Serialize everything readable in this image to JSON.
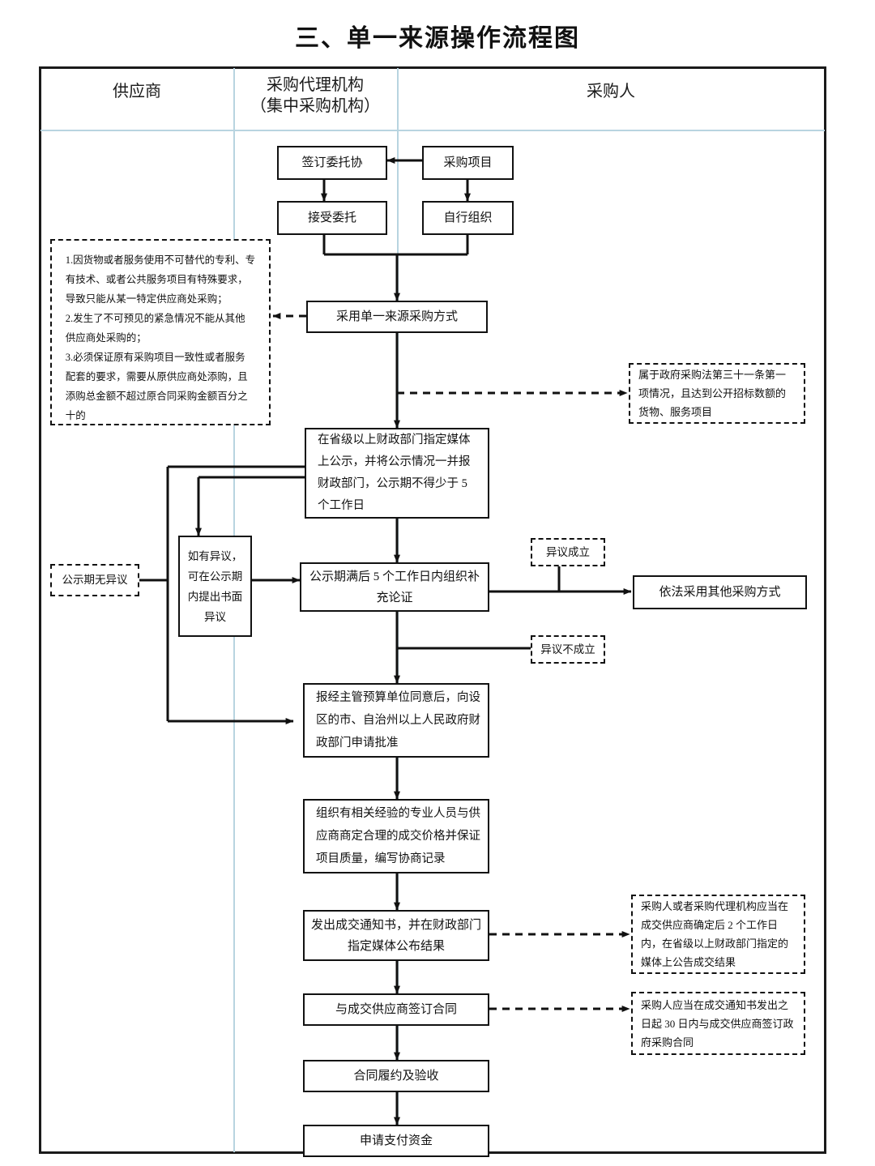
{
  "title": "三、单一来源操作流程图",
  "lanes": [
    {
      "id": "supplier",
      "label": "供应商"
    },
    {
      "id": "agency",
      "label": "采购代理机构\n（集中采购机构）"
    },
    {
      "id": "agency_l1",
      "label": "采购代理机构"
    },
    {
      "id": "agency_l2",
      "label": "（集中采购机构）"
    },
    {
      "id": "purchaser",
      "label": "采购人"
    }
  ],
  "nodes": {
    "sign_entrust": "签订委托协",
    "purchase_project": "采购项目",
    "accept_entrust": "接受委托",
    "self_organize": "自行组织",
    "single_source": "采用单一来源采购方式",
    "publicize": "在省级以上财政部门指定媒体上公示，并将公示情况一并报财政部门，公示期不得少于 5 个工作日",
    "objection_box": "如有异议，可在公示期内提出书面异议",
    "supplement": "公示期满后 5 个工作日内组织补充论证",
    "other_method": "依法采用其他采购方式",
    "approval": "报经主管预算单位同意后，向设区的市、自治州以上人民政府财政部门申请批准",
    "negotiate": "组织有相关经验的专业人员与供应商商定合理的成交价格并保证项目质量，编写协商记录",
    "notice": "发出成交通知书，并在财政部门指定媒体公布结果",
    "sign_contract": "与成交供应商签订合同",
    "perform": "合同履约及验收",
    "payment": "申请支付资金"
  },
  "notes": {
    "conditions": "1.因货物或者服务使用不可替代的专利、专有技术、或者公共服务项目有特殊要求，导致只能从某一特定供应商处采购；\n2.发生了不可预见的紧急情况不能从其他供应商处采购的；\n3.必须保证原有采购项目一致性或者服务配套的要求，需要从原供应商处添购，且添购总金额不超过原合同采购金额百分之十的",
    "conditions_lines": [
      "1.因货物或者服务使用不可替代的专利、专",
      "有技术、或者公共服务项目有特殊要求，",
      "导致只能从某一特定供应商处采购；",
      "2.发生了不可预见的紧急情况不能从其他",
      "供应商处采购的；",
      "3.必须保证原有采购项目一致性或者服务",
      "配套的要求，需要从原供应商处添购，且",
      "添购总金额不超过原合同采购金额百分之",
      "十的"
    ],
    "law_article": "属于政府采购法第三十一条第一项情况，且达到公开招标数额的货物、服务项目",
    "no_objection": "公示期无异议",
    "objection_valid": "异议成立",
    "objection_invalid": "异议不成立",
    "announce_rule": "采购人或者采购代理机构应当在成交供应商确定后 2 个工作日内，在省级以上财政部门指定的媒体上公告成交结果",
    "contract_rule": "采购人应当在成交通知书发出之日起 30 日内与成交供应商签订政府采购合同"
  },
  "colors": {
    "frame": "#1a1a1a",
    "lane_divider": "#b8d4e0",
    "box_border": "#111111",
    "background": "#ffffff",
    "text": "#111111"
  }
}
